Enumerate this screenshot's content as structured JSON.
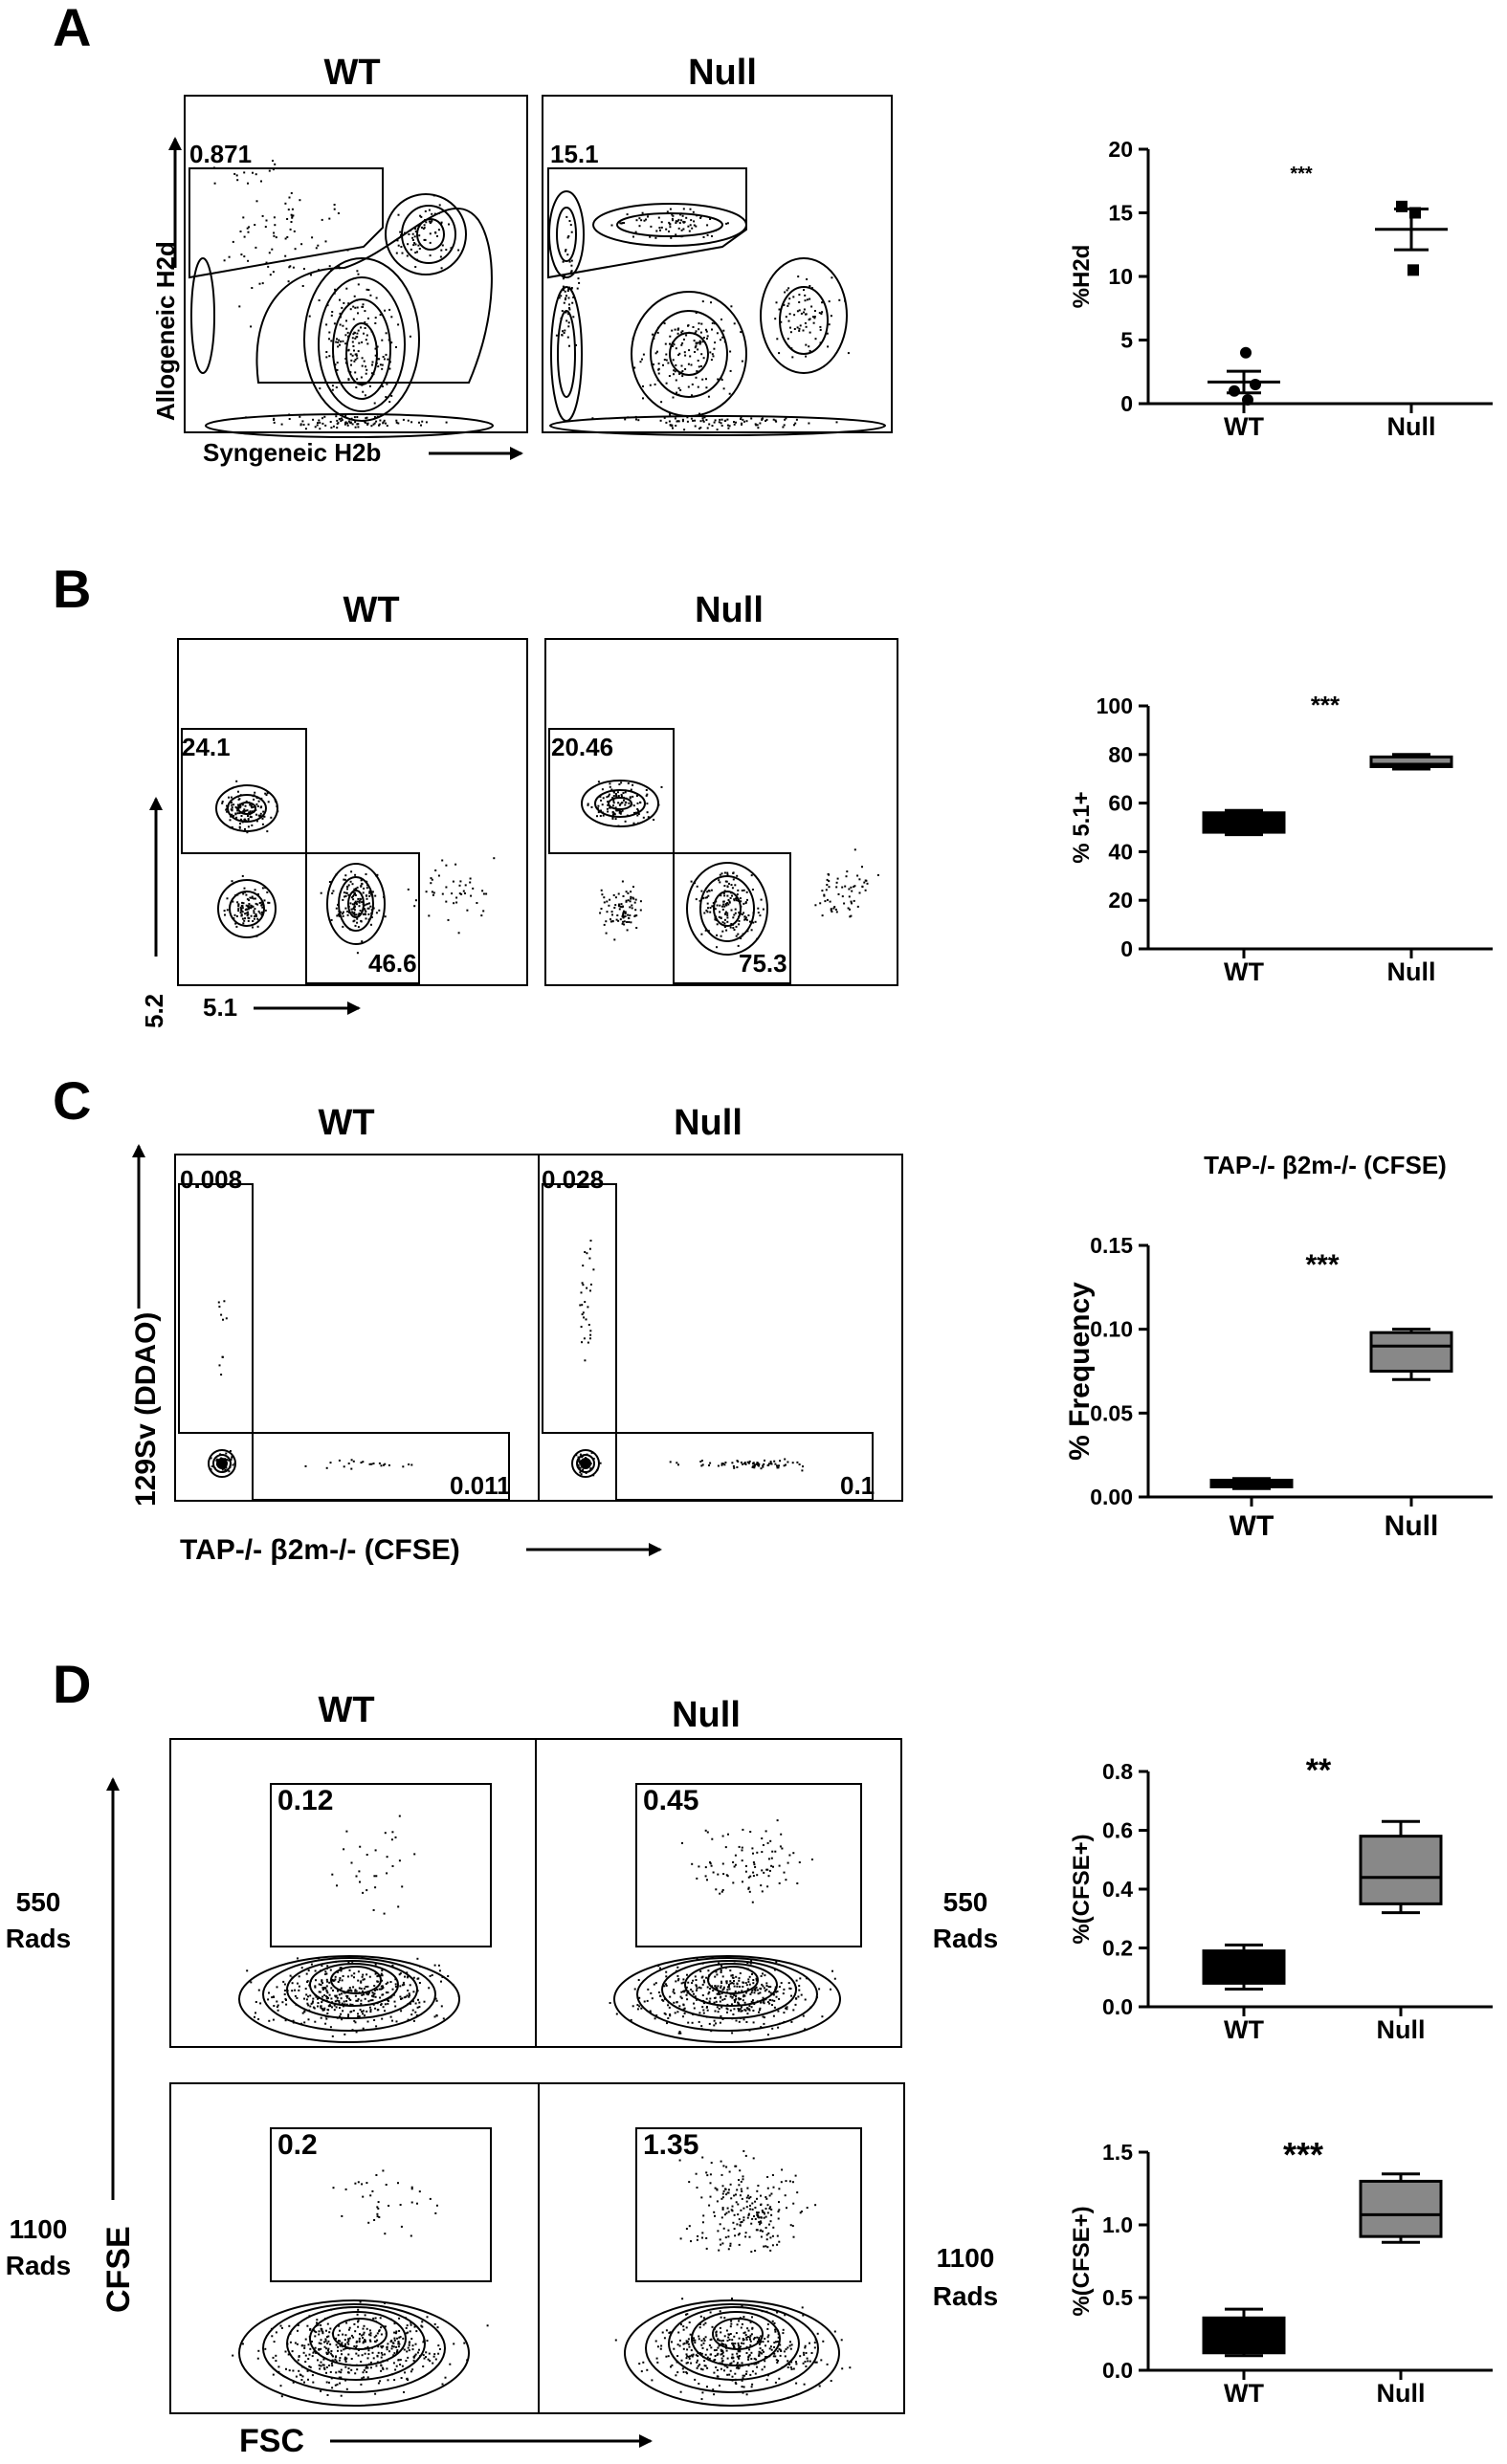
{
  "panels": [
    {
      "letter": "A",
      "plots": [
        {
          "title": "WT",
          "gates": [
            "0.871"
          ]
        },
        {
          "title": "Null",
          "gates": [
            "15.1"
          ]
        }
      ],
      "xaxis": "Syngeneic H2b",
      "yaxis": "Allogeneic H2d"
    },
    {
      "letter": "B",
      "plots": [
        {
          "title": "WT",
          "gates": [
            "24.1",
            "46.6"
          ]
        },
        {
          "title": "Null",
          "gates": [
            "20.46",
            "75.3"
          ]
        }
      ],
      "xaxis": "5.1",
      "yaxis": "5.2"
    },
    {
      "letter": "C",
      "plots": [
        {
          "title": "WT",
          "gates": [
            "0.008",
            "0.011"
          ]
        },
        {
          "title": "Null",
          "gates": [
            "0.028",
            "0.1"
          ]
        }
      ],
      "xaxis": "TAP-/- β2m-/- (CFSE)",
      "yaxis": "129Sv (DDAO)"
    },
    {
      "letter": "D",
      "plots": [
        {
          "title": "WT",
          "gates": [
            "0.12",
            "0.2"
          ]
        },
        {
          "title": "Null",
          "gates": [
            "0.45",
            "1.35"
          ]
        }
      ],
      "rows": [
        {
          "line1": "550",
          "line2": "Rads"
        },
        {
          "line1": "1100",
          "line2": "Rads"
        }
      ],
      "xaxis": "FSC",
      "yaxis": "CFSE"
    }
  ],
  "chart_data": [
    {
      "type": "scatter",
      "title": "",
      "ylabel": "%H2d",
      "xlabel": "",
      "categories": [
        "WT",
        "Null"
      ],
      "ylim": [
        0,
        20
      ],
      "yticks": [
        "0",
        "5",
        "10",
        "15",
        "20"
      ],
      "significance": "***",
      "series": [
        {
          "name": "",
          "points": [
            1.0,
            0.3,
            4.0,
            1.5
          ],
          "mean": 1.7,
          "sem": 0.85
        },
        {
          "name": "",
          "points": [
            15.5,
            15.0,
            10.5
          ],
          "mean": 13.7,
          "sem": 1.6
        }
      ]
    },
    {
      "type": "box",
      "title": "",
      "ylabel": "% 5.1+",
      "xlabel": "",
      "categories": [
        "WT",
        "Null"
      ],
      "ylim": [
        0,
        100
      ],
      "yticks": [
        "0",
        "20",
        "40",
        "60",
        "80",
        "100"
      ],
      "significance": "***",
      "series": [
        {
          "name": "",
          "min": 47,
          "q1": 48,
          "median": 51,
          "q3": 56,
          "max": 57,
          "fill": "#000000"
        },
        {
          "name": "",
          "min": 74,
          "q1": 75,
          "median": 76,
          "q3": 79,
          "max": 80,
          "fill": "#888888"
        }
      ]
    },
    {
      "type": "box",
      "title": "TAP-/- β2m-/- (CFSE)",
      "ylabel": "% Frequency",
      "xlabel": "",
      "categories": [
        "WT",
        "Null"
      ],
      "ylim": [
        0,
        0.15
      ],
      "yticks": [
        "0.00",
        "0.05",
        "0.10",
        "0.15"
      ],
      "significance": "***",
      "series": [
        {
          "name": "",
          "min": 0.005,
          "q1": 0.006,
          "median": 0.008,
          "q3": 0.01,
          "max": 0.011,
          "fill": "#000000"
        },
        {
          "name": "",
          "min": 0.07,
          "q1": 0.075,
          "median": 0.09,
          "q3": 0.098,
          "max": 0.1,
          "fill": "#888888"
        }
      ]
    },
    {
      "type": "box",
      "title": "",
      "ylabel": "%(CFSE+)",
      "xlabel": "",
      "categories": [
        "WT",
        "Null"
      ],
      "ylim": [
        0,
        0.8
      ],
      "yticks": [
        "0.0",
        "0.2",
        "0.4",
        "0.6",
        "0.8"
      ],
      "significance": "**",
      "series": [
        {
          "name": "",
          "min": 0.06,
          "q1": 0.08,
          "median": 0.12,
          "q3": 0.19,
          "max": 0.21,
          "fill": "#000000"
        },
        {
          "name": "",
          "min": 0.32,
          "q1": 0.35,
          "median": 0.44,
          "q3": 0.58,
          "max": 0.63,
          "fill": "#888888"
        }
      ]
    },
    {
      "type": "box",
      "title": "",
      "ylabel": "%(CFSE+)",
      "xlabel": "",
      "categories": [
        "WT",
        "Null"
      ],
      "ylim": [
        0,
        1.5
      ],
      "yticks": [
        "0.0",
        "0.5",
        "1.0",
        "1.5"
      ],
      "significance": "***",
      "series": [
        {
          "name": "",
          "min": 0.1,
          "q1": 0.12,
          "median": 0.28,
          "q3": 0.36,
          "max": 0.42,
          "fill": "#000000"
        },
        {
          "name": "",
          "min": 0.88,
          "q1": 0.92,
          "median": 1.07,
          "q3": 1.3,
          "max": 1.35,
          "fill": "#888888"
        }
      ]
    }
  ]
}
